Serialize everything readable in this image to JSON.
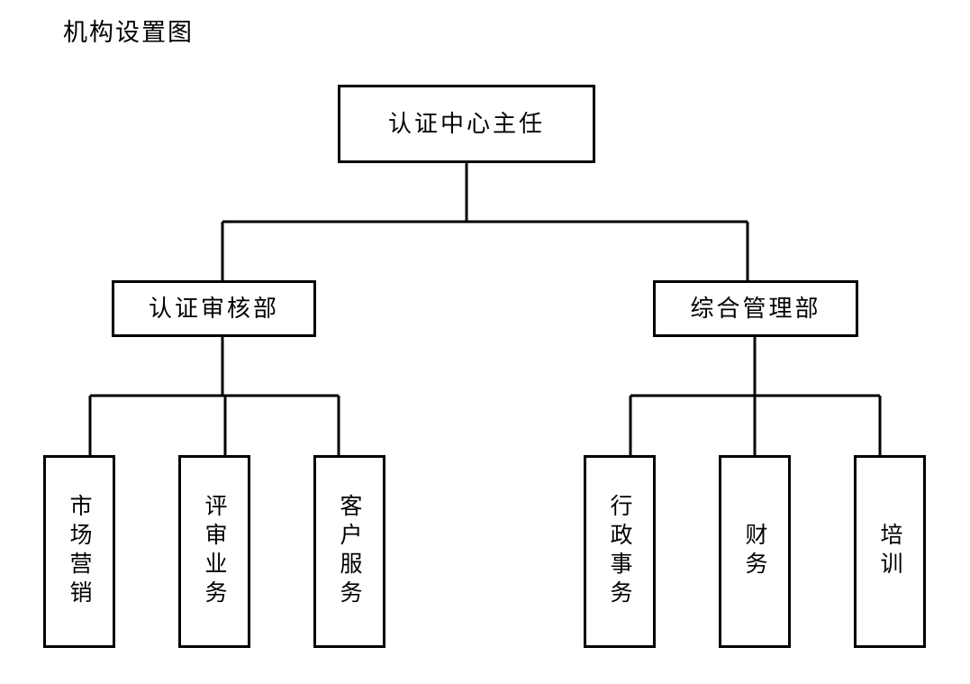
{
  "title": "机构设置图",
  "chart_data": {
    "type": "diagram",
    "diagram_type": "organization-chart",
    "title": "机构设置图",
    "orientation": "top-down",
    "line_color": "#000000",
    "box_border_color": "#000000",
    "box_fill_color": "#ffffff",
    "background_color": "#ffffff",
    "levels": 3,
    "nodes": [
      {
        "id": "root",
        "label": "认证中心主任",
        "level": 1,
        "text_orientation": "horizontal",
        "parent": null
      },
      {
        "id": "dept-audit",
        "label": "认证审核部",
        "level": 2,
        "text_orientation": "horizontal",
        "parent": "root"
      },
      {
        "id": "dept-admin",
        "label": "综合管理部",
        "level": 2,
        "text_orientation": "horizontal",
        "parent": "root"
      },
      {
        "id": "unit-marketing",
        "label": "市场营销",
        "level": 3,
        "text_orientation": "vertical",
        "parent": "dept-audit"
      },
      {
        "id": "unit-review",
        "label": "评审业务",
        "level": 3,
        "text_orientation": "vertical",
        "parent": "dept-audit"
      },
      {
        "id": "unit-customer-service",
        "label": "客户服务",
        "level": 3,
        "text_orientation": "vertical",
        "parent": "dept-audit"
      },
      {
        "id": "unit-administrative",
        "label": "行政事务",
        "level": 3,
        "text_orientation": "vertical",
        "parent": "dept-admin"
      },
      {
        "id": "unit-finance",
        "label": "财务",
        "level": 3,
        "text_orientation": "vertical",
        "parent": "dept-admin"
      },
      {
        "id": "unit-training",
        "label": "培训",
        "level": 3,
        "text_orientation": "vertical",
        "parent": "dept-admin"
      }
    ],
    "edges": [
      {
        "from": "root",
        "to": "dept-audit"
      },
      {
        "from": "root",
        "to": "dept-admin"
      },
      {
        "from": "dept-audit",
        "to": "unit-marketing"
      },
      {
        "from": "dept-audit",
        "to": "unit-review"
      },
      {
        "from": "dept-audit",
        "to": "unit-customer-service"
      },
      {
        "from": "dept-admin",
        "to": "unit-administrative"
      },
      {
        "from": "dept-admin",
        "to": "unit-finance"
      },
      {
        "from": "dept-admin",
        "to": "unit-training"
      }
    ]
  },
  "root": {
    "label": "认证中心主任"
  },
  "level2": {
    "left": {
      "label": "认证审核部"
    },
    "right": {
      "label": "综合管理部"
    }
  },
  "leaves": {
    "left": [
      {
        "label": "市场营销"
      },
      {
        "label": "评审业务"
      },
      {
        "label": "客户服务"
      }
    ],
    "right": [
      {
        "label": "行政事务"
      },
      {
        "label": "财务"
      },
      {
        "label": "培训"
      }
    ]
  }
}
